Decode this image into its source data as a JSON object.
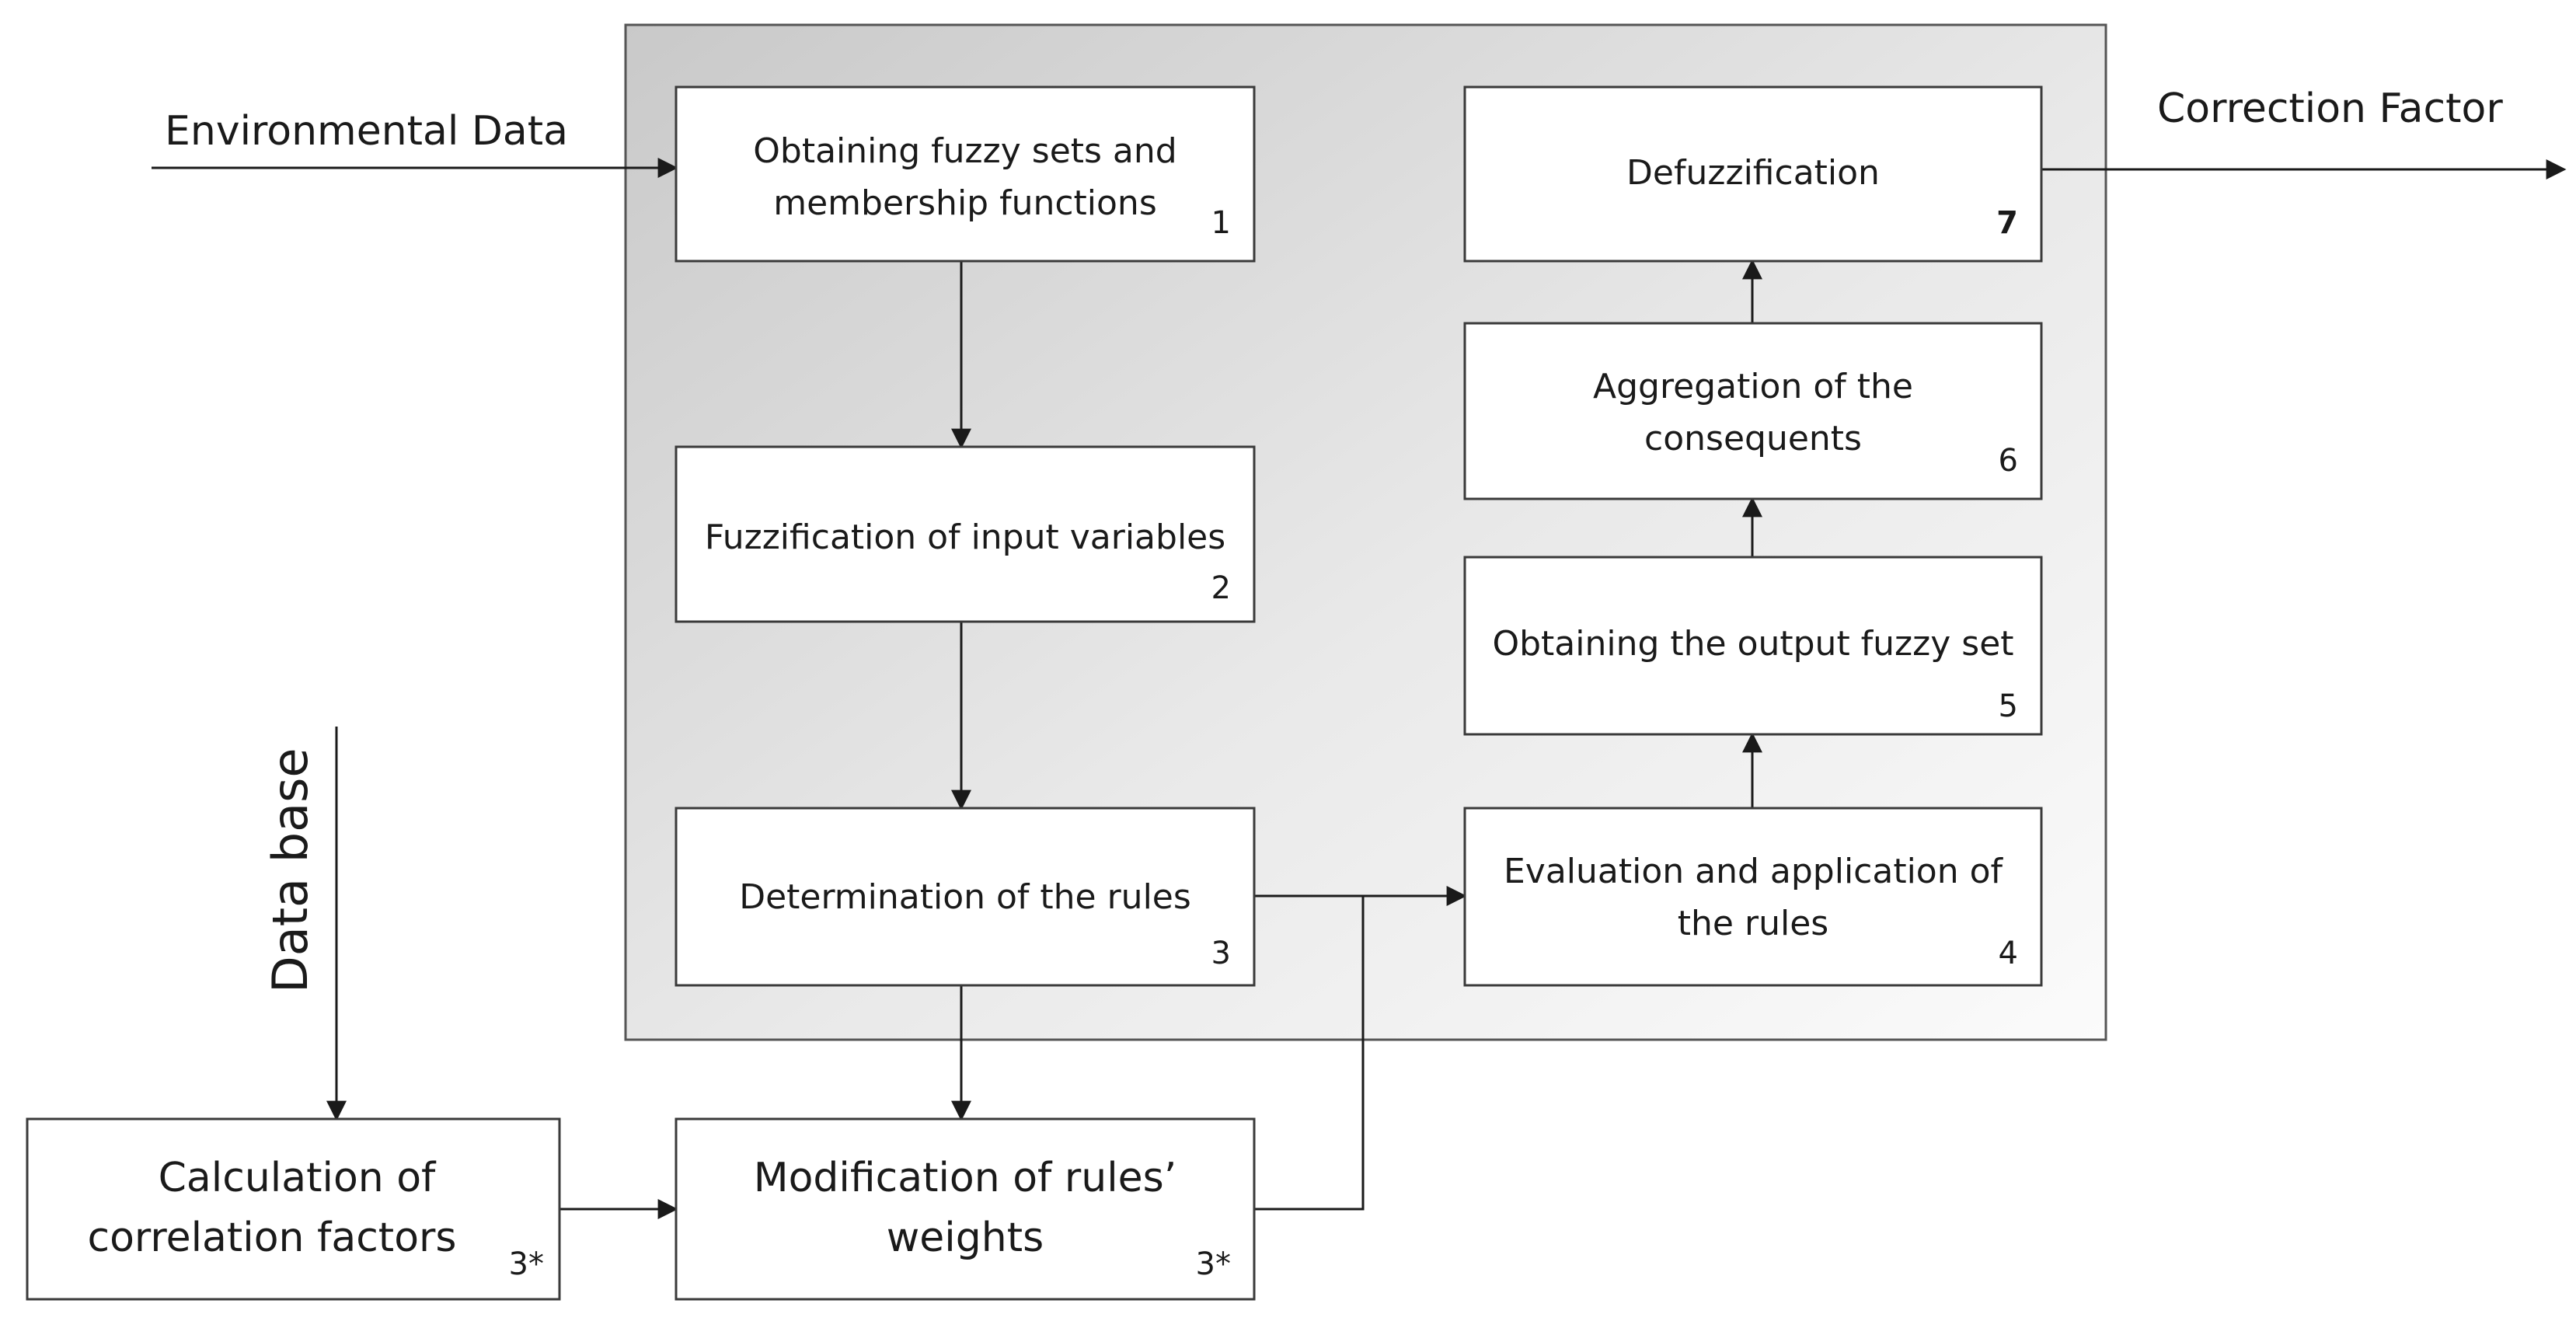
{
  "inputs": {
    "environmental_data": "Environmental Data",
    "data_base": "Data base"
  },
  "outputs": {
    "correction_factor": "Correction Factor"
  },
  "steps": {
    "s1": {
      "lines": [
        "Obtaining fuzzy sets and",
        "membership functions"
      ],
      "number": "1"
    },
    "s2": {
      "lines": [
        "Fuzzification of input variables"
      ],
      "number": "2"
    },
    "s3": {
      "lines": [
        "Determination of the rules"
      ],
      "number": "3"
    },
    "s4": {
      "lines": [
        "Evaluation and application of",
        "the rules"
      ],
      "number": "4"
    },
    "s5": {
      "lines": [
        "Obtaining the output fuzzy set"
      ],
      "number": "5"
    },
    "s6": {
      "lines": [
        "Aggregation of the",
        "consequents"
      ],
      "number": "6"
    },
    "s7": {
      "lines": [
        "Defuzzification"
      ],
      "number": "7"
    },
    "calc": {
      "lines": [
        "Calculation of",
        "correlation factors"
      ],
      "number": "3*"
    },
    "modif": {
      "lines": [
        "Modification of rules’",
        "weights"
      ],
      "number": "3*"
    }
  }
}
